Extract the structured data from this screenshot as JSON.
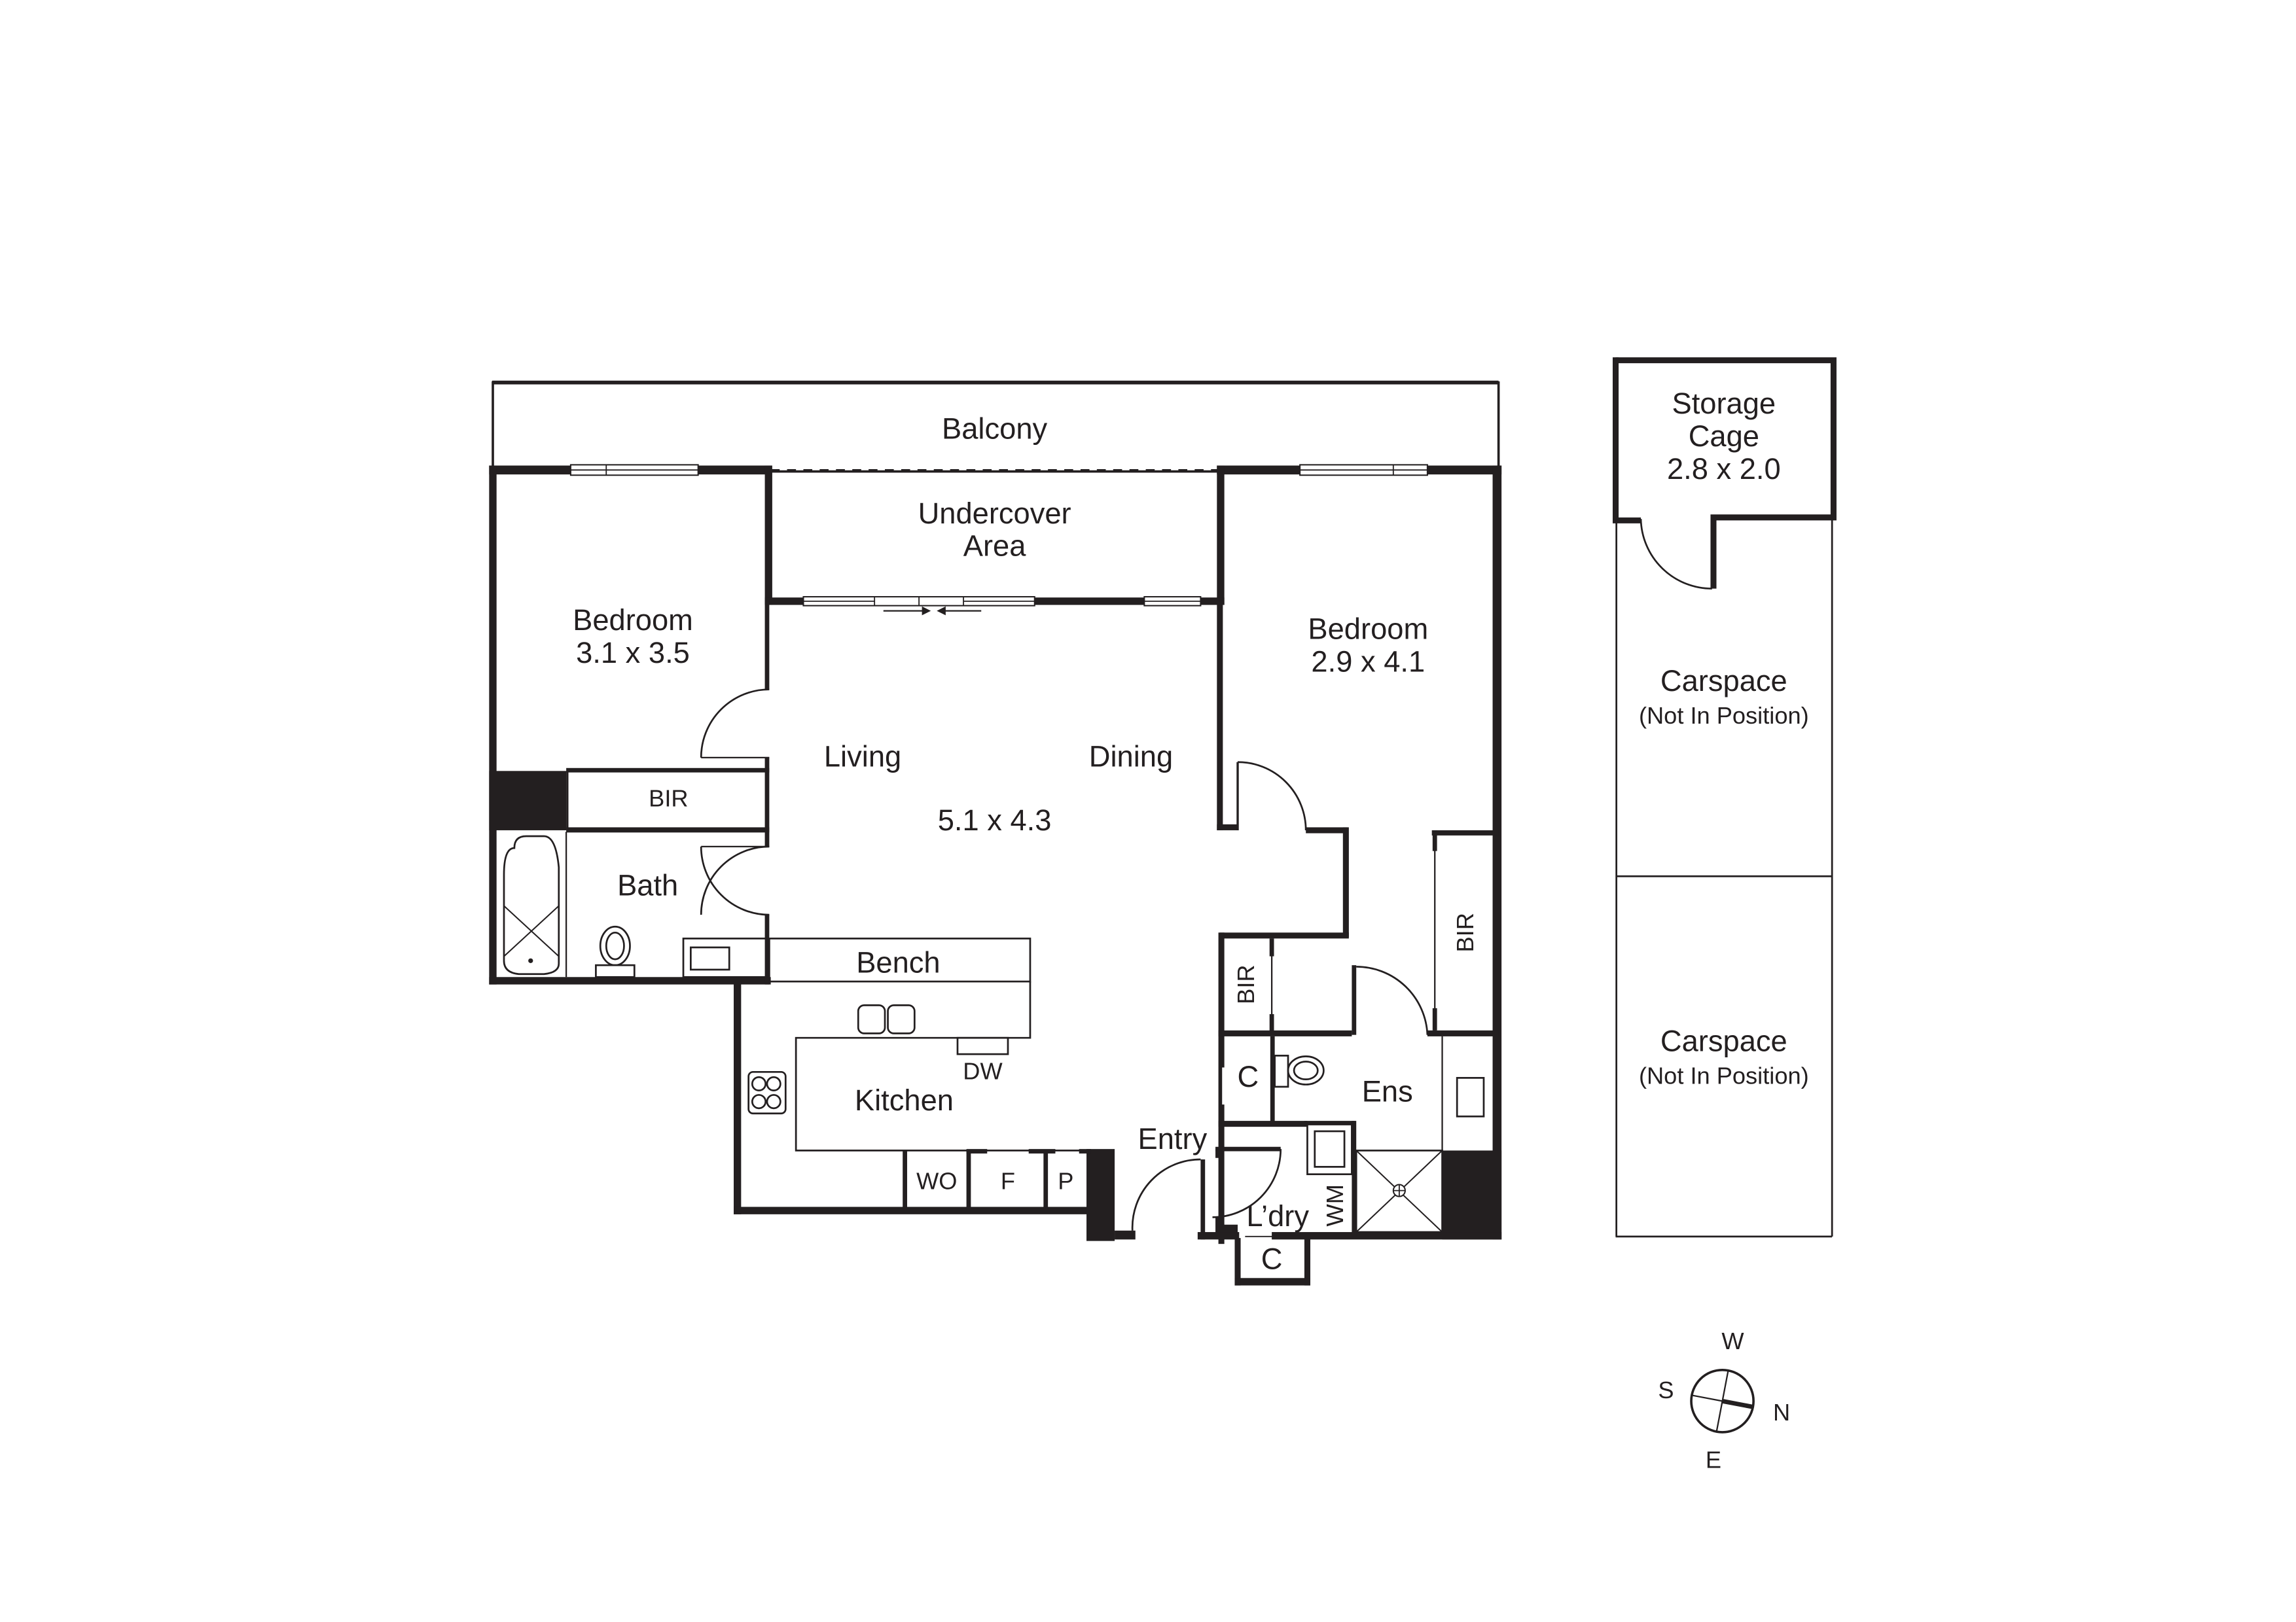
{
  "plan": {
    "balcony": {
      "label": "Balcony"
    },
    "undercover": {
      "line1": "Undercover",
      "line2": "Area"
    },
    "bedroom1": {
      "label": "Bedroom",
      "dims": "3.1 x 3.5"
    },
    "bedroom2": {
      "label": "Bedroom",
      "dims": "2.9 x 4.1"
    },
    "living": {
      "label_living": "Living",
      "label_dining": "Dining",
      "dims": "5.1 x 4.3"
    },
    "bir_bed1": {
      "label": "BIR"
    },
    "bir_bed2": {
      "label": "BIR"
    },
    "bir_hall": {
      "label": "BIR"
    },
    "bath": {
      "label": "Bath"
    },
    "bench": {
      "label": "Bench"
    },
    "kitchen": {
      "label": "Kitchen",
      "dishwasher": "DW",
      "wall_oven": "WO",
      "fridge": "F",
      "pantry": "P"
    },
    "entry": {
      "label": "Entry"
    },
    "ensuite": {
      "label": "Ens"
    },
    "laundry": {
      "label": "L’dry",
      "washing_machine": "WM"
    },
    "cupboard_ens": {
      "label": "C"
    },
    "cupboard_entry": {
      "label": "C"
    }
  },
  "storage": {
    "line1": "Storage",
    "line2": "Cage",
    "dims": "2.8 x 2.0"
  },
  "carspaces": [
    {
      "label": "Carspace",
      "note": "(Not In Position)"
    },
    {
      "label": "Carspace",
      "note": "(Not In Position)"
    }
  ],
  "compass": {
    "north": "N",
    "south": "S",
    "east": "E",
    "west": "W"
  },
  "colors": {
    "ink": "#231f20",
    "background": "#ffffff"
  }
}
